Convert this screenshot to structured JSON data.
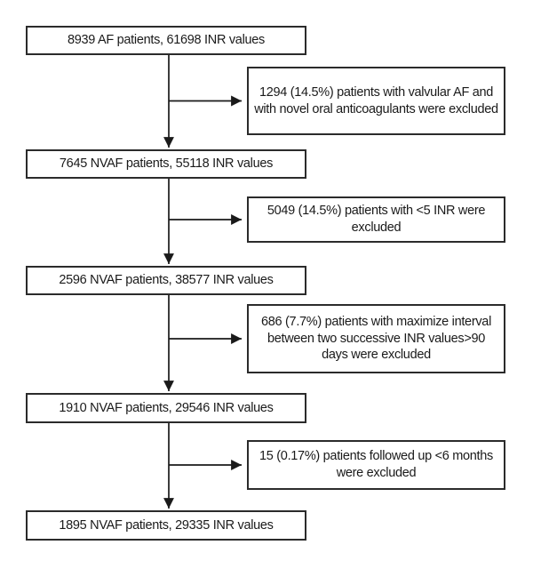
{
  "figure": {
    "type": "patient-flowchart",
    "colors": {
      "background": "#ffffff",
      "box_border": "#2b2b2b",
      "text": "#1a1a1a",
      "arrow": "#1a1a1a"
    },
    "stages": [
      {
        "label": "8939 AF patients, 61698 INR values"
      },
      {
        "label": "7645 NVAF patients, 55118 INR values"
      },
      {
        "label": "2596 NVAF patients, 38577 INR values"
      },
      {
        "label": "1910 NVAF patients, 29546 INR values"
      },
      {
        "label": "1895 NVAF patients, 29335 INR values"
      }
    ],
    "exclusions": [
      {
        "label": "1294 (14.5%) patients with valvular AF and with novel oral anticoagulants were excluded"
      },
      {
        "label": "5049 (14.5%) patients with <5 INR were excluded"
      },
      {
        "label": "686 (7.7%) patients with maximize interval between two successive INR values>90 days were excluded"
      },
      {
        "label": "15 (0.17%) patients followed up <6 months were excluded"
      }
    ]
  }
}
